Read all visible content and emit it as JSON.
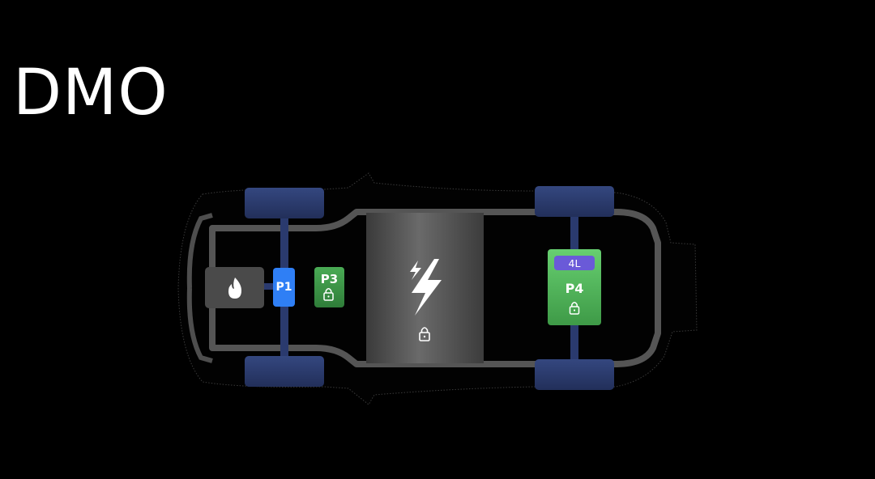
{
  "title": "DMO",
  "modules": {
    "p1": {
      "label": "P1",
      "color": "#2f7ff5"
    },
    "p3": {
      "label": "P3",
      "locked": true,
      "color": "#3f9a4c"
    },
    "p4": {
      "label": "P4",
      "badge": "4L",
      "locked": true,
      "color": "#5cc266",
      "badge_color": "#6a5ad8"
    },
    "engine": {
      "icon": "flame-icon"
    },
    "battery": {
      "icon": "lightning-bolt-icon",
      "locked": true
    }
  },
  "colors": {
    "background": "#000000",
    "wheel": "#2b3d72",
    "axle": "#2a3a6e",
    "frame": "#545454",
    "engine_box": "#4a4a4a"
  }
}
